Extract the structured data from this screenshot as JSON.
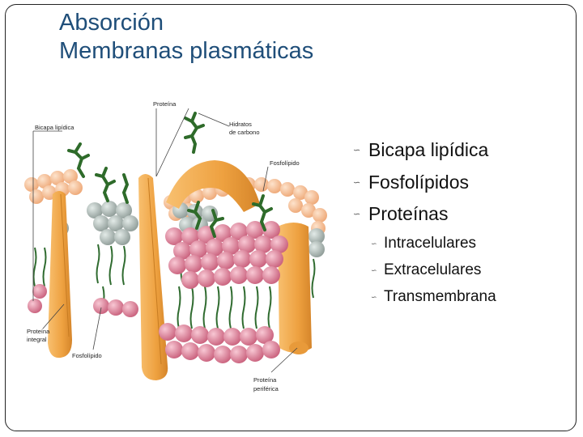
{
  "slide": {
    "title_line1": "Absorción",
    "title_line2": "Membranas plasmáticas",
    "bullets": [
      {
        "text": "Bicapa lipídica",
        "level": 1
      },
      {
        "text": "Fosfolípidos",
        "level": 1
      },
      {
        "text": "Proteínas",
        "level": 1
      },
      {
        "text": "Intracelulares",
        "level": 2
      },
      {
        "text": "Extracelulares",
        "level": 2
      },
      {
        "text": "Transmembrana",
        "level": 2
      }
    ],
    "bullet_icon": "wave-bullet-icon"
  },
  "figure": {
    "labels": {
      "proteina": "Proteína",
      "bicapa": "Bicapa lipídica",
      "hidratos_1": "Hidratos",
      "hidratos_2": "de carbono",
      "fosfolipido_top": "Fosfolípido",
      "proteina_integral_1": "Proteína",
      "proteina_integral_2": "integral",
      "fosfolipido_bottom": "Fosfolípido",
      "proteina_periferica_1": "Proteína",
      "proteina_periferica_2": "periférica"
    }
  },
  "colors": {
    "title": "#1f4e79",
    "protein": "#f0a94a",
    "lipid_head_top": "#f7c69c",
    "lipid_head_gray": "#a8b4b0",
    "lipid_head_pink": "#e0899e",
    "carbohydrate": "#2e6b2a"
  }
}
